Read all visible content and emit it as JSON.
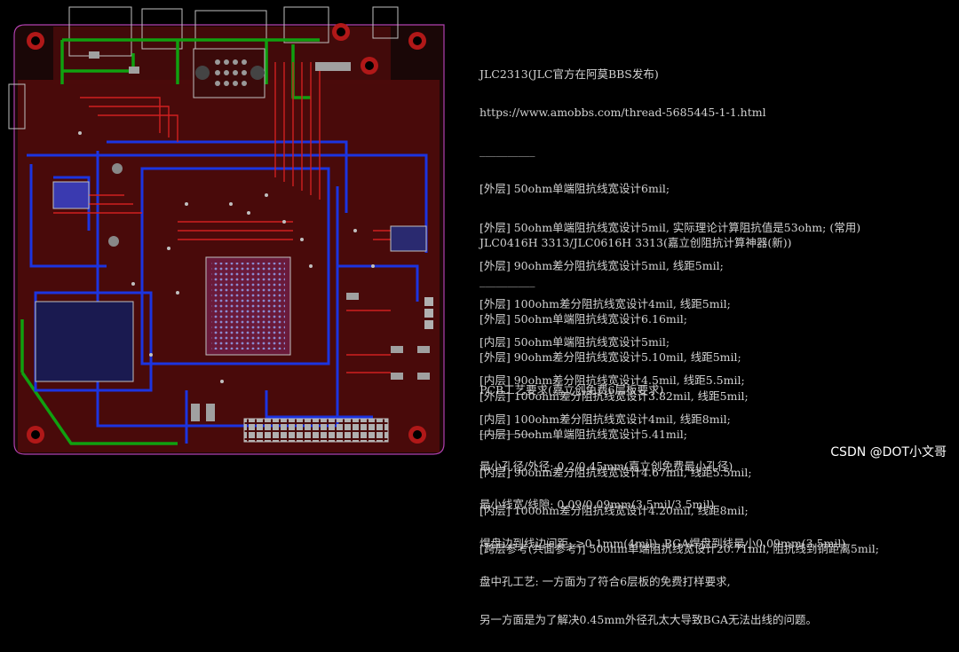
{
  "notes": {
    "section1": {
      "title": "JLC2313(JLC官方在阿莫BBS发布)",
      "url": "https://www.amobbs.com/thread-5685445-1-1.html",
      "separator": "__________",
      "lines": [
        "[外层] 50ohm单端阻抗线宽设计6mil;",
        "[外层] 50ohm单端阻抗线宽设计5mil, 实际理论计算阻抗值是53ohm; (常用)",
        "[外层] 90ohm差分阻抗线宽设计5mil, 线距5mil;",
        "[外层] 100ohm差分阻抗线宽设计4mil, 线距5mil;",
        "[内层] 50ohm单端阻抗线宽设计5mil;",
        "[内层] 90ohm差分阻抗线宽设计4.5mil, 线距5.5mil;",
        "[内层] 100ohm差分阻抗线宽设计4mil, 线距8mil;"
      ]
    },
    "section2": {
      "title": "JLC0416H 3313/JLC0616H 3313(嘉立创阻抗计算神器(新))",
      "separator": "__________",
      "lines": [
        "[外层] 50ohm单端阻抗线宽设计6.16mil;",
        "[外层] 90ohm差分阻抗线宽设计5.10mil, 线距5mil;",
        "[外层] 100ohm差分阻抗线宽设计3.82mil, 线距5mil;",
        "[内层] 50ohm单端阻抗线宽设计5.41mil;",
        "[内层] 90ohm差分阻抗线宽设计4.67mil, 线距5.5mil;",
        "[内层] 100ohm差分阻抗线宽设计4.20mil, 线距8mil;",
        "[跨层参考(共面参考)] 50ohm单端阻抗线宽设计20.71mil, 阻抗线到铜距离5mil;"
      ]
    },
    "section3": {
      "title": "PCB工艺要求(嘉立创免费6层板要求)",
      "separator": "__________",
      "lines": [
        "最小孔径/外径: 0.2/0.45mm(嘉立创免费最小孔径)",
        "最小线宽/线隙: 0.09/0.09mm(3.5mil/3.5mil)",
        "焊盘边到线边间距: ≥0.1mm(4mil), BGA焊盘到线最小0.09mm(3.5mil)",
        "盘中孔工艺: 一方面为了符合6层板的免费打样要求,",
        "另一方面是为了解决0.45mm外径孔太大导致BGA无法出线的问题。"
      ]
    }
  },
  "watermark": "CSDN @DOT小文哥",
  "colors": {
    "background": "#000000",
    "board_outline": "#b040b0",
    "top_copper": "#b01818",
    "bottom_copper": "#1c34e0",
    "gnd_trace": "#10a010",
    "silk": "#c0c0c0",
    "pad": "#a0a0a0",
    "text": "#d2d2d2"
  }
}
